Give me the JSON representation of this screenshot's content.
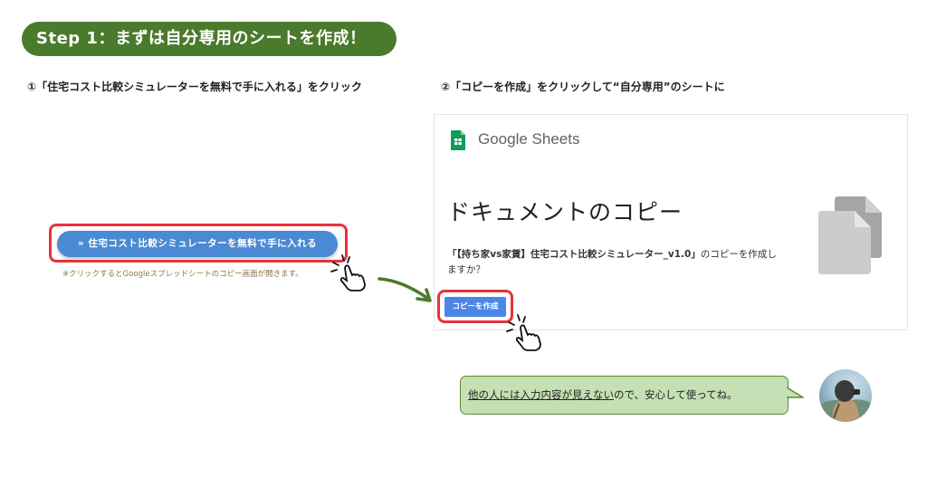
{
  "header": {
    "step_title": "Step 1：まずは自分専用のシートを作成！"
  },
  "instructions": {
    "step1": "①「住宅コスト比較シミュレーターを無料で手に入れる」をクリック",
    "step2": "②「コピーを作成」をクリックして“自分専用”のシートに"
  },
  "cta": {
    "button_label": "» 住宅コスト比較シミュレーターを無料で手に入れる",
    "note": "※クリックするとGoogleスプレッドシートのコピー画面が開きます。"
  },
  "sheets_dialog": {
    "brand": "Google Sheets",
    "title": "ドキュメントのコピー",
    "message_prefix": "「【持ち家vs家賃】住宅コスト比較シミュレーター_v1.0」",
    "message_suffix": "のコピーを作成しますか？",
    "copy_button_label": "コピーを作成"
  },
  "speech": {
    "underlined": "他の人には入力内容が見えない",
    "rest": "ので、安心して使ってね。"
  },
  "colors": {
    "step_green": "#4a7a2c",
    "cta_blue": "#4a8ad4",
    "highlight_red": "#e8323c",
    "sheets_green": "#0f9d58",
    "bubble_green": "#c5e0b4",
    "copy_blue": "#4a86e8"
  }
}
